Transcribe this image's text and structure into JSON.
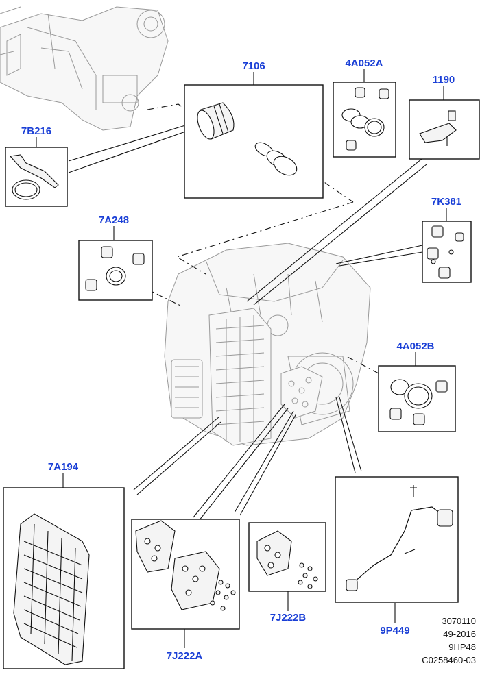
{
  "callouts": {
    "c7106": "7106",
    "c4A052A": "4A052A",
    "c1190": "1190",
    "c7B216": "7B216",
    "c7K381": "7K381",
    "c7A248": "7A248",
    "c4A052B": "4A052B",
    "c7A194": "7A194",
    "c7J222A": "7J222A",
    "c7J222B": "7J222B",
    "c9P449": "9P449"
  },
  "reference": {
    "line1": "3070110",
    "line2": "49-2016",
    "line3": "9HP48",
    "line4": "C0258460-03"
  },
  "colors": {
    "callout": "#1a3fd6",
    "line": "#111111",
    "background": "#ffffff"
  }
}
